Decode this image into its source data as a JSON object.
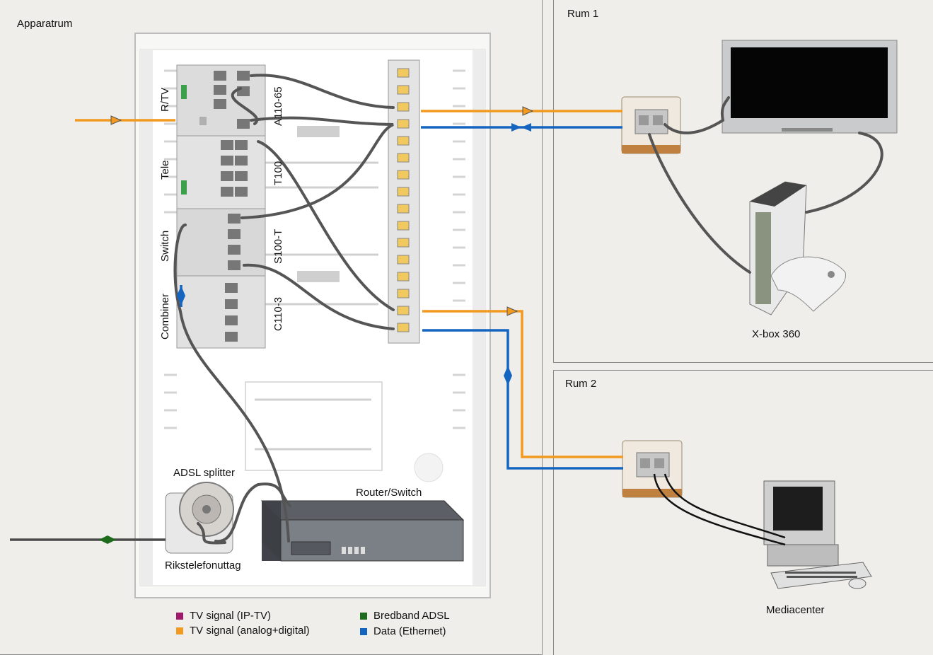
{
  "rooms": {
    "apparatrum": "Apparatrum",
    "rum1": "Rum 1",
    "rum2": "Rum 2"
  },
  "panel_labels": {
    "rtv": "R/TV",
    "tele": "Tele",
    "switch": "Switch",
    "combiner": "Combiner"
  },
  "module_labels": {
    "a110": "A110-65",
    "t100": "T100",
    "s100": "S100-T",
    "c110": "C110-3"
  },
  "devices": {
    "adsl_splitter": "ADSL splitter",
    "router_switch": "Router/Switch",
    "rikstelefonuttag": "Rikstelefonuttag",
    "xbox": "X-box 360",
    "mediacenter": "Mediacenter"
  },
  "legend": [
    {
      "label": "TV signal (IP-TV)",
      "color": "#a0186a"
    },
    {
      "label": "TV signal (analog+digital)",
      "color": "#f29a1f"
    },
    {
      "label": "Bredband ADSL",
      "color": "#1e6b1e"
    },
    {
      "label": "Data (Ethernet)",
      "color": "#1565c0"
    }
  ],
  "colors": {
    "tv_analog": "#f29a1f",
    "data": "#1565c0",
    "adsl": "#1e6b1e",
    "cable": "#555555"
  }
}
